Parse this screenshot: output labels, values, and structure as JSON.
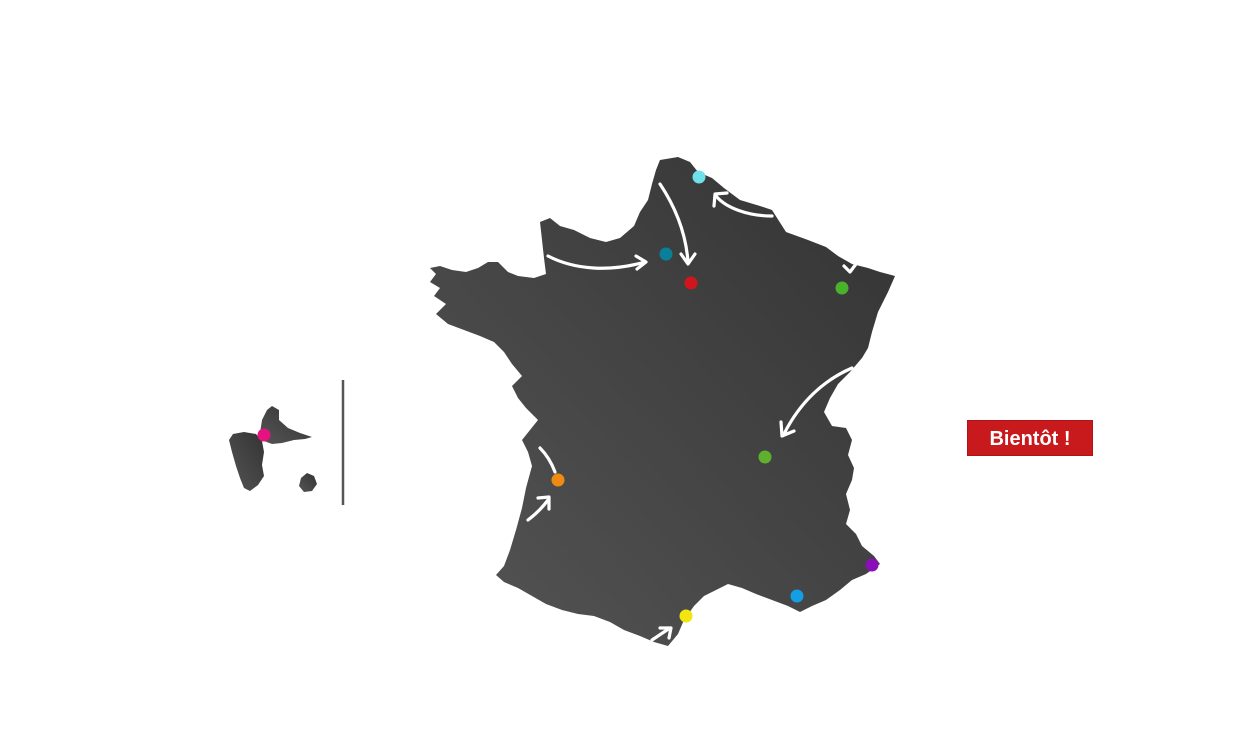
{
  "badge": {
    "label": "Bientôt !",
    "color": "#c8191d"
  },
  "map": {
    "land_color": "#3f3f3f",
    "arrow_color": "#ffffff",
    "separator_color": "#555555",
    "city_dots": [
      {
        "id": "lille",
        "color": "#6fe0ea"
      },
      {
        "id": "rouen",
        "color": "#0a7f99"
      },
      {
        "id": "paris",
        "color": "#d0161c"
      },
      {
        "id": "strasbourg",
        "color": "#4bb02a"
      },
      {
        "id": "lyon",
        "color": "#5fb02e"
      },
      {
        "id": "bordeaux",
        "color": "#ef8b12"
      },
      {
        "id": "toulouse",
        "color": "#f3e50f"
      },
      {
        "id": "marseille",
        "color": "#129fe3"
      },
      {
        "id": "nice",
        "color": "#8a0fb8"
      },
      {
        "id": "guadeloupe",
        "color": "#e5127f"
      }
    ]
  }
}
